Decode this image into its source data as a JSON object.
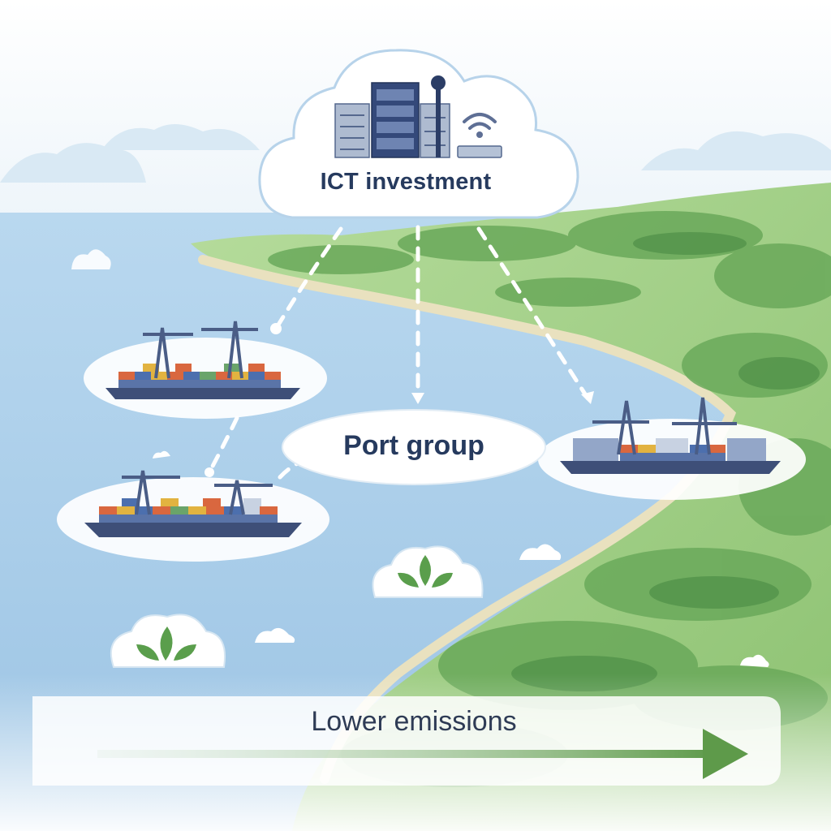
{
  "diagram": {
    "source_node": {
      "label": "ICT investment"
    },
    "target_node": {
      "label": "Port group"
    },
    "outcome_arrow": {
      "label": "Lower emissions"
    },
    "colors": {
      "sea": "#a9cdea",
      "land": "#9fcf86",
      "forest": "#5fa154",
      "cloud": "#ffffff",
      "cloud_outline": "#b7d3ea",
      "text": "#263a5e",
      "arrow": "#5e9a4a"
    },
    "icons": [
      "server-rack-icon",
      "antenna-icon",
      "wifi-router-icon",
      "container-port-icon",
      "leaf-icon"
    ]
  }
}
